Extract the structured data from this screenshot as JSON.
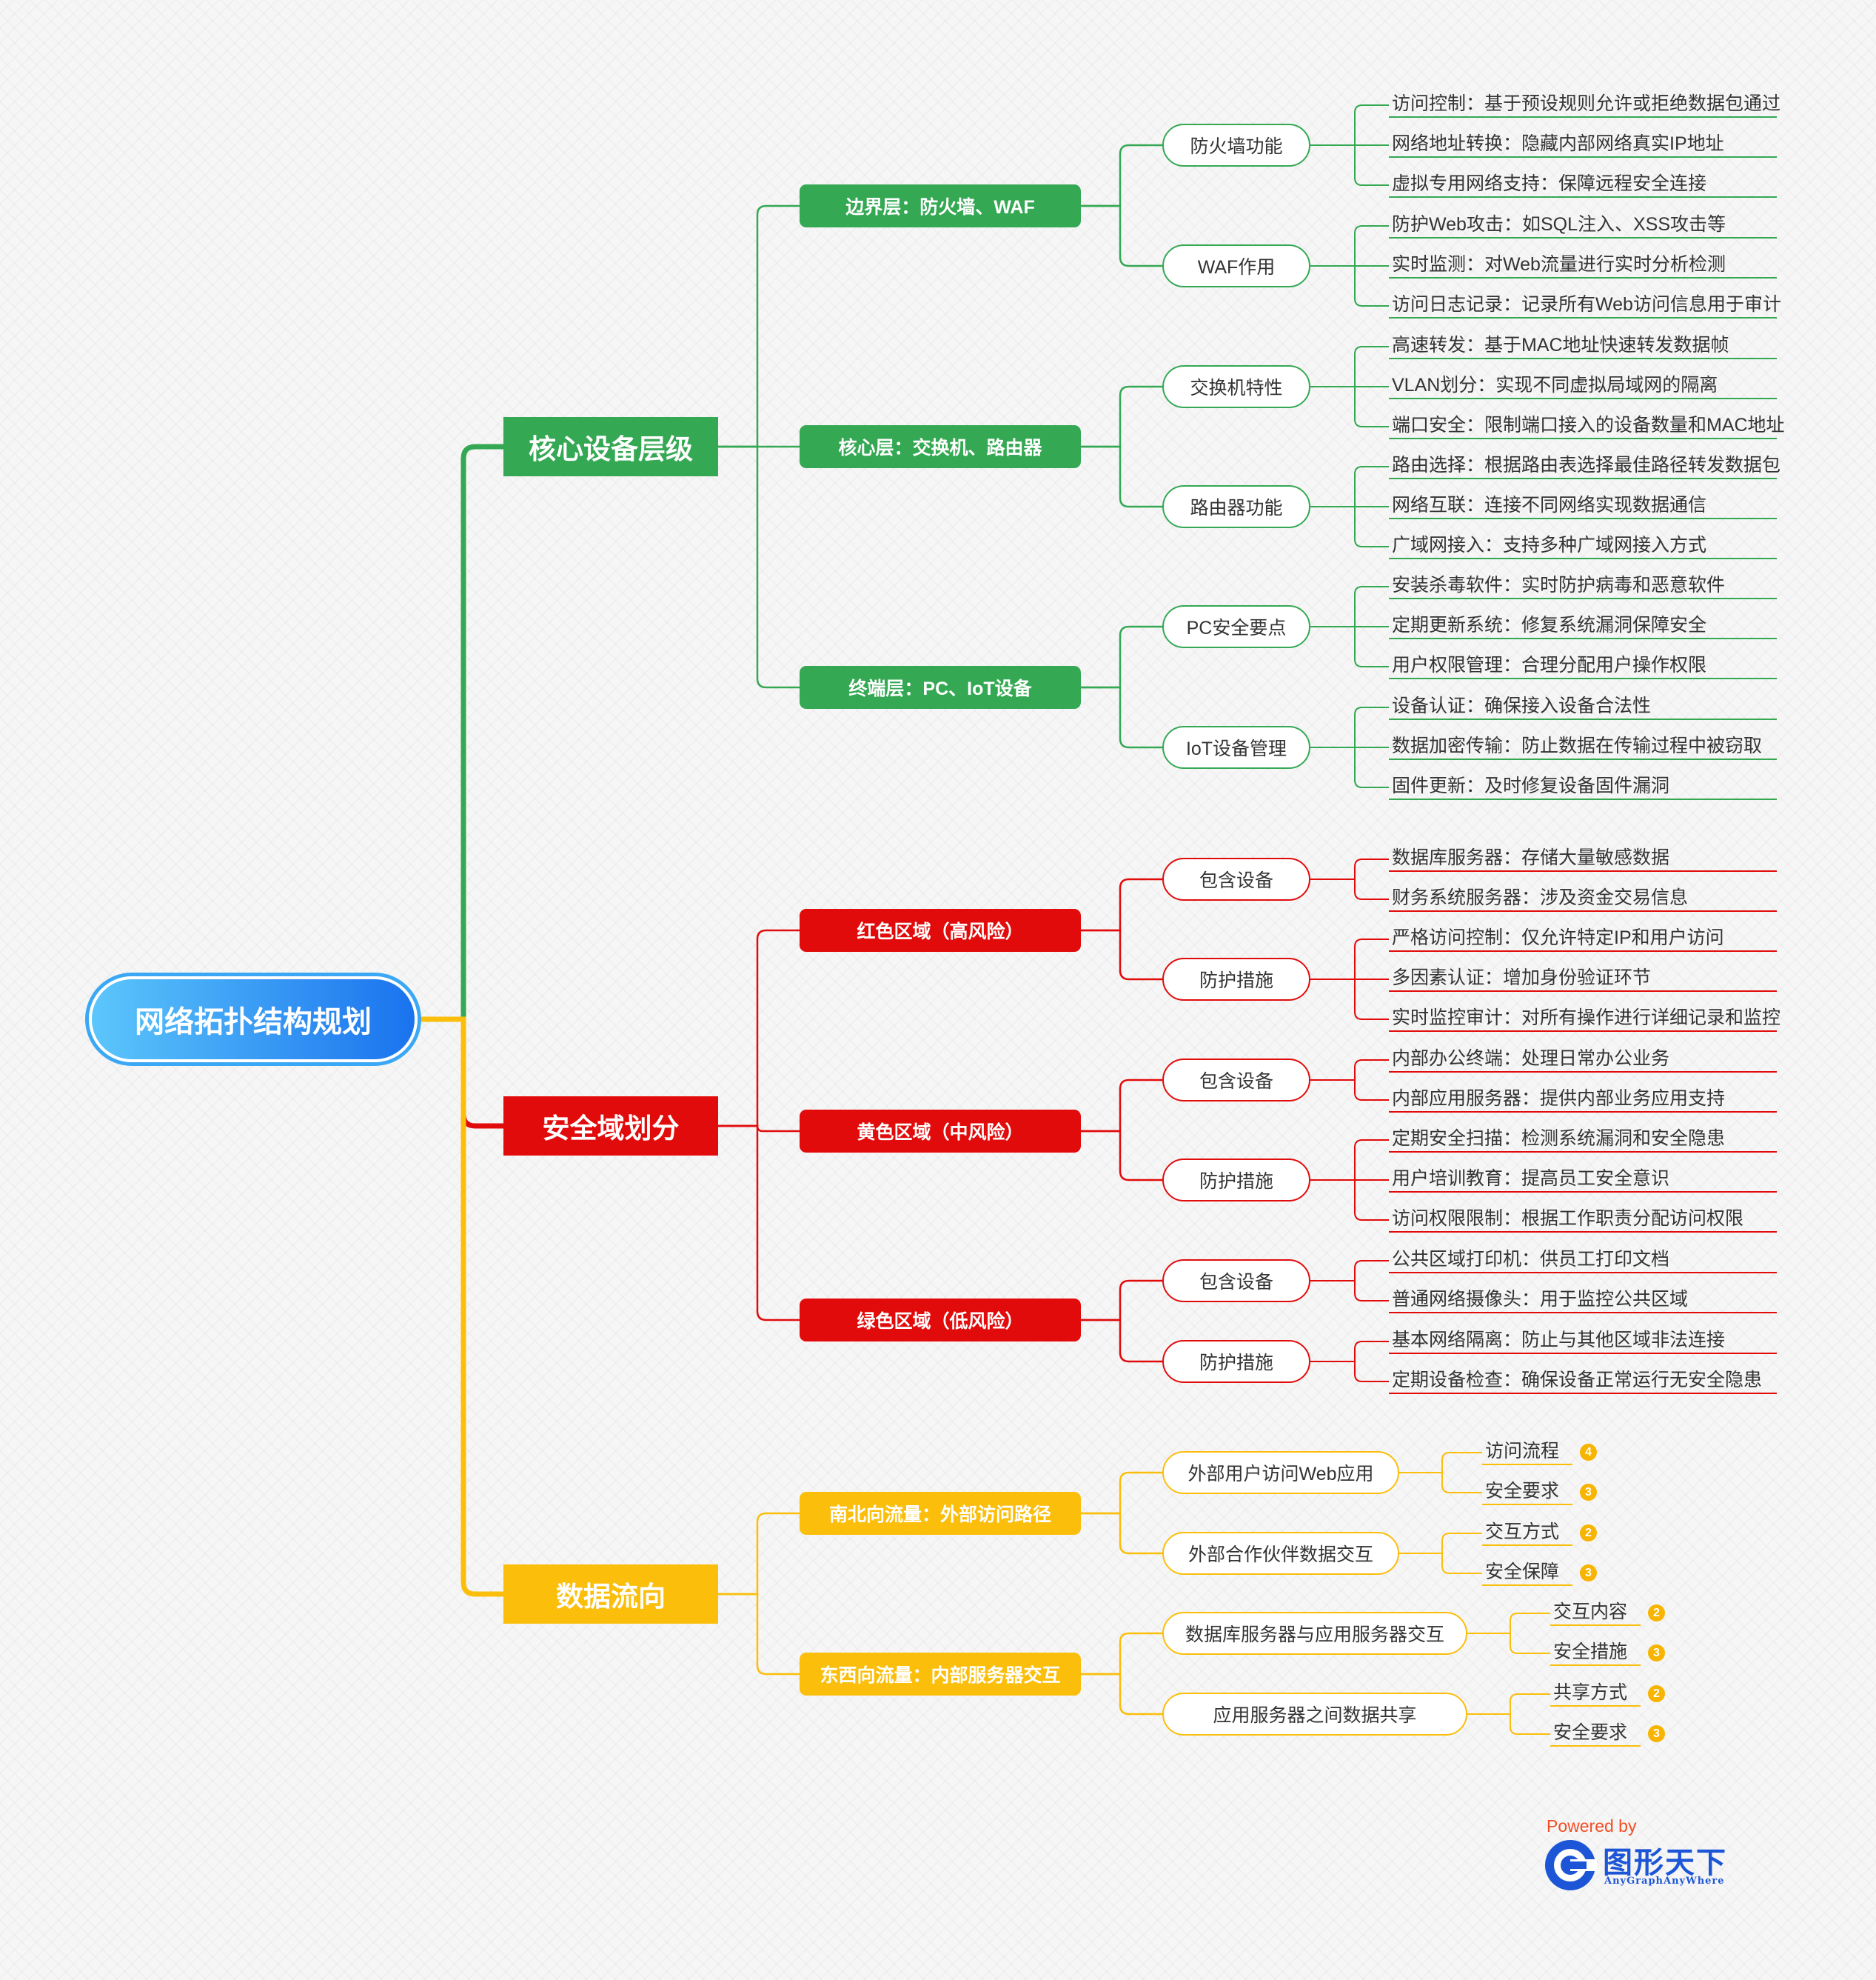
{
  "colors": {
    "green": "#34a853",
    "red": "#e20b0b",
    "yellow": "#fbbe0b",
    "root_border": "#3ba8f5"
  },
  "root": "网络拓扑结构规划",
  "branches": [
    {
      "label": "核心设备层级",
      "color": "#34a853",
      "children": [
        {
          "label": "边界层：防火墙、WAF",
          "children": [
            {
              "label": "防火墙功能",
              "leaves": [
                "访问控制：基于预设规则允许或拒绝数据包通过",
                "网络地址转换：隐藏内部网络真实IP地址",
                "虚拟专用网络支持：保障远程安全连接"
              ]
            },
            {
              "label": "WAF作用",
              "leaves": [
                "防护Web攻击：如SQL注入、XSS攻击等",
                "实时监测：对Web流量进行实时分析检测",
                "访问日志记录：记录所有Web访问信息用于审计"
              ]
            }
          ]
        },
        {
          "label": "核心层：交换机、路由器",
          "children": [
            {
              "label": "交换机特性",
              "leaves": [
                "高速转发：基于MAC地址快速转发数据帧",
                "VLAN划分：实现不同虚拟局域网的隔离",
                "端口安全：限制端口接入的设备数量和MAC地址"
              ]
            },
            {
              "label": "路由器功能",
              "leaves": [
                "路由选择：根据路由表选择最佳路径转发数据包",
                "网络互联：连接不同网络实现数据通信",
                "广域网接入：支持多种广域网接入方式"
              ]
            }
          ]
        },
        {
          "label": "终端层：PC、IoT设备",
          "children": [
            {
              "label": "PC安全要点",
              "leaves": [
                "安装杀毒软件：实时防护病毒和恶意软件",
                "定期更新系统：修复系统漏洞保障安全",
                "用户权限管理：合理分配用户操作权限"
              ]
            },
            {
              "label": "IoT设备管理",
              "leaves": [
                "设备认证：确保接入设备合法性",
                "数据加密传输：防止数据在传输过程中被窃取",
                "固件更新：及时修复设备固件漏洞"
              ]
            }
          ]
        }
      ]
    },
    {
      "label": "安全域划分",
      "color": "#e20b0b",
      "children": [
        {
          "label": "红色区域（高风险）",
          "children": [
            {
              "label": "包含设备",
              "leaves": [
                "数据库服务器：存储大量敏感数据",
                "财务系统服务器：涉及资金交易信息"
              ]
            },
            {
              "label": "防护措施",
              "leaves": [
                "严格访问控制：仅允许特定IP和用户访问",
                "多因素认证：增加身份验证环节",
                "实时监控审计：对所有操作进行详细记录和监控"
              ]
            }
          ]
        },
        {
          "label": "黄色区域（中风险）",
          "children": [
            {
              "label": "包含设备",
              "leaves": [
                "内部办公终端：处理日常办公业务",
                "内部应用服务器：提供内部业务应用支持"
              ]
            },
            {
              "label": "防护措施",
              "leaves": [
                "定期安全扫描：检测系统漏洞和安全隐患",
                "用户培训教育：提高员工安全意识",
                "访问权限限制：根据工作职责分配访问权限"
              ]
            }
          ]
        },
        {
          "label": "绿色区域（低风险）",
          "children": [
            {
              "label": "包含设备",
              "leaves": [
                "公共区域打印机：供员工打印文档",
                "普通网络摄像头：用于监控公共区域"
              ]
            },
            {
              "label": "防护措施",
              "leaves": [
                "基本网络隔离：防止与其他区域非法连接",
                "定期设备检查：确保设备正常运行无安全隐患"
              ]
            }
          ]
        }
      ]
    },
    {
      "label": "数据流向",
      "color": "#fbbe0b",
      "children": [
        {
          "label": "南北向流量：外部访问路径",
          "children": [
            {
              "label": "外部用户访问Web应用",
              "leaves": [
                {
                  "text": "访问流程",
                  "count": "4"
                },
                {
                  "text": "安全要求",
                  "count": "3"
                }
              ]
            },
            {
              "label": "外部合作伙伴数据交互",
              "leaves": [
                {
                  "text": "交互方式",
                  "count": "2"
                },
                {
                  "text": "安全保障",
                  "count": "3"
                }
              ]
            }
          ]
        },
        {
          "label": "东西向流量：内部服务器交互",
          "children": [
            {
              "label": "数据库服务器与应用服务器交互",
              "leaves": [
                {
                  "text": "交互内容",
                  "count": "2"
                },
                {
                  "text": "安全措施",
                  "count": "3"
                }
              ]
            },
            {
              "label": "应用服务器之间数据共享",
              "leaves": [
                {
                  "text": "共享方式",
                  "count": "2"
                },
                {
                  "text": "安全要求",
                  "count": "3"
                }
              ]
            }
          ]
        }
      ]
    }
  ],
  "branding": {
    "powered": "Powered by",
    "name": "图形天下",
    "sub": "AnyGraphAnyWhere"
  }
}
